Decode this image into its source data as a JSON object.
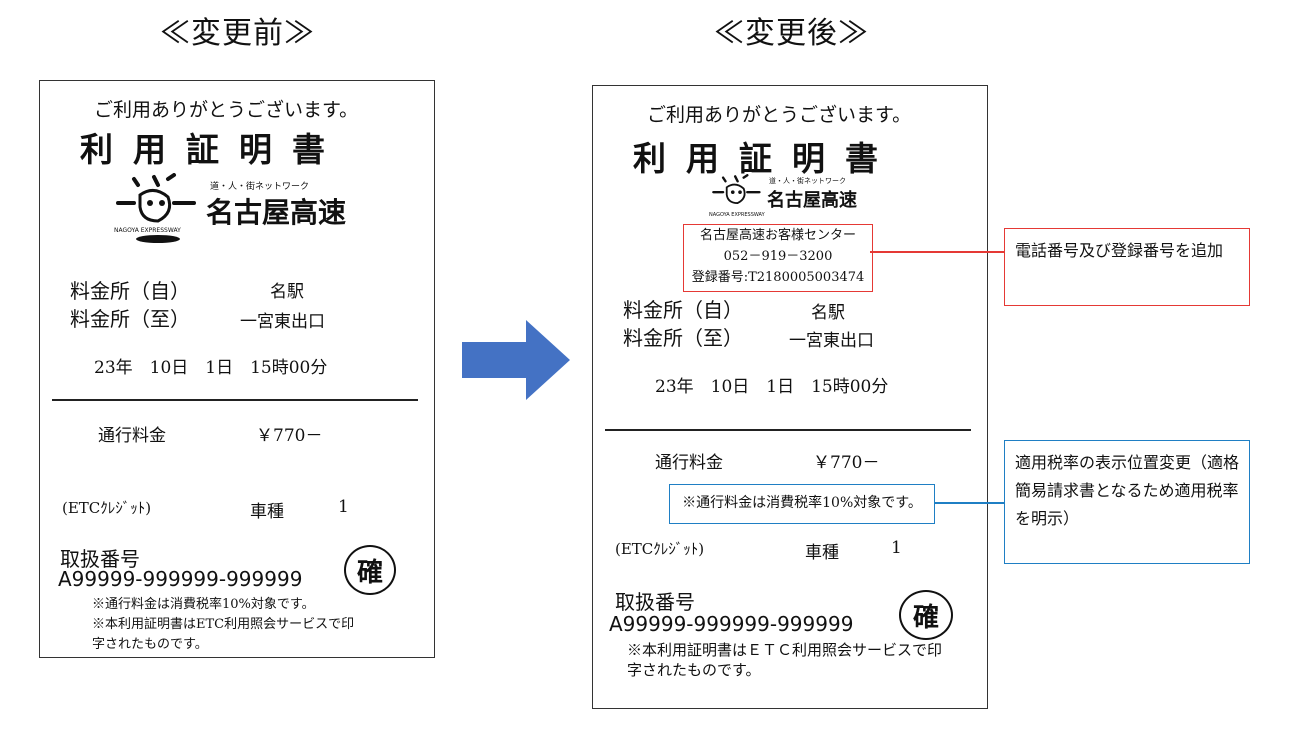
{
  "headings": {
    "before": "≪変更前≫",
    "after": "≪変更後≫"
  },
  "receipt": {
    "thanks": "ご利用ありがとうございます。",
    "title": "利用証明書",
    "logo": {
      "name": "名古屋高速",
      "tagline": "道・人・街ネットワーク",
      "english": "NAGOYA EXPRESSWAY"
    },
    "entry_label": "料金所（自）",
    "entry_value": "名駅",
    "exit_label": "料金所（至）",
    "exit_value": "一宮東出口",
    "datetime": "23年　10日　1日　15時00分",
    "toll_label": "通行料金",
    "toll_value": "￥770－",
    "payment": "(ETCｸﾚｼﾞｯﾄ)",
    "vehicle_label": "車種",
    "vehicle_value": "1",
    "handling_label": "取扱番号",
    "handling_number": "A99999-999999-999999",
    "seal": "確",
    "tax_note": "※通行料金は消費税率10%対象です。",
    "cert_note_before": "※本利用証明書はETC利用照会サービスで印字されたものです。",
    "cert_note_after": "※本利用証明書はＥＴＣ利用照会サービスで印字されたものです。"
  },
  "contact": {
    "line1": "名古屋高速お客様センター",
    "line2": "052－919－3200",
    "line3": "登録番号:T2180005003474"
  },
  "callouts": {
    "phone": "電話番号及び登録番号を追加",
    "tax": "適用税率の表示位置変更（適格簡易請求書となるため適用税率を明示）"
  },
  "colors": {
    "arrow": "#4472c4",
    "red_box": "#e53935",
    "blue_box": "#1f7fc4"
  },
  "icons": {
    "arrow": "right-arrow-icon",
    "logo": "sun-face-logo-icon"
  }
}
